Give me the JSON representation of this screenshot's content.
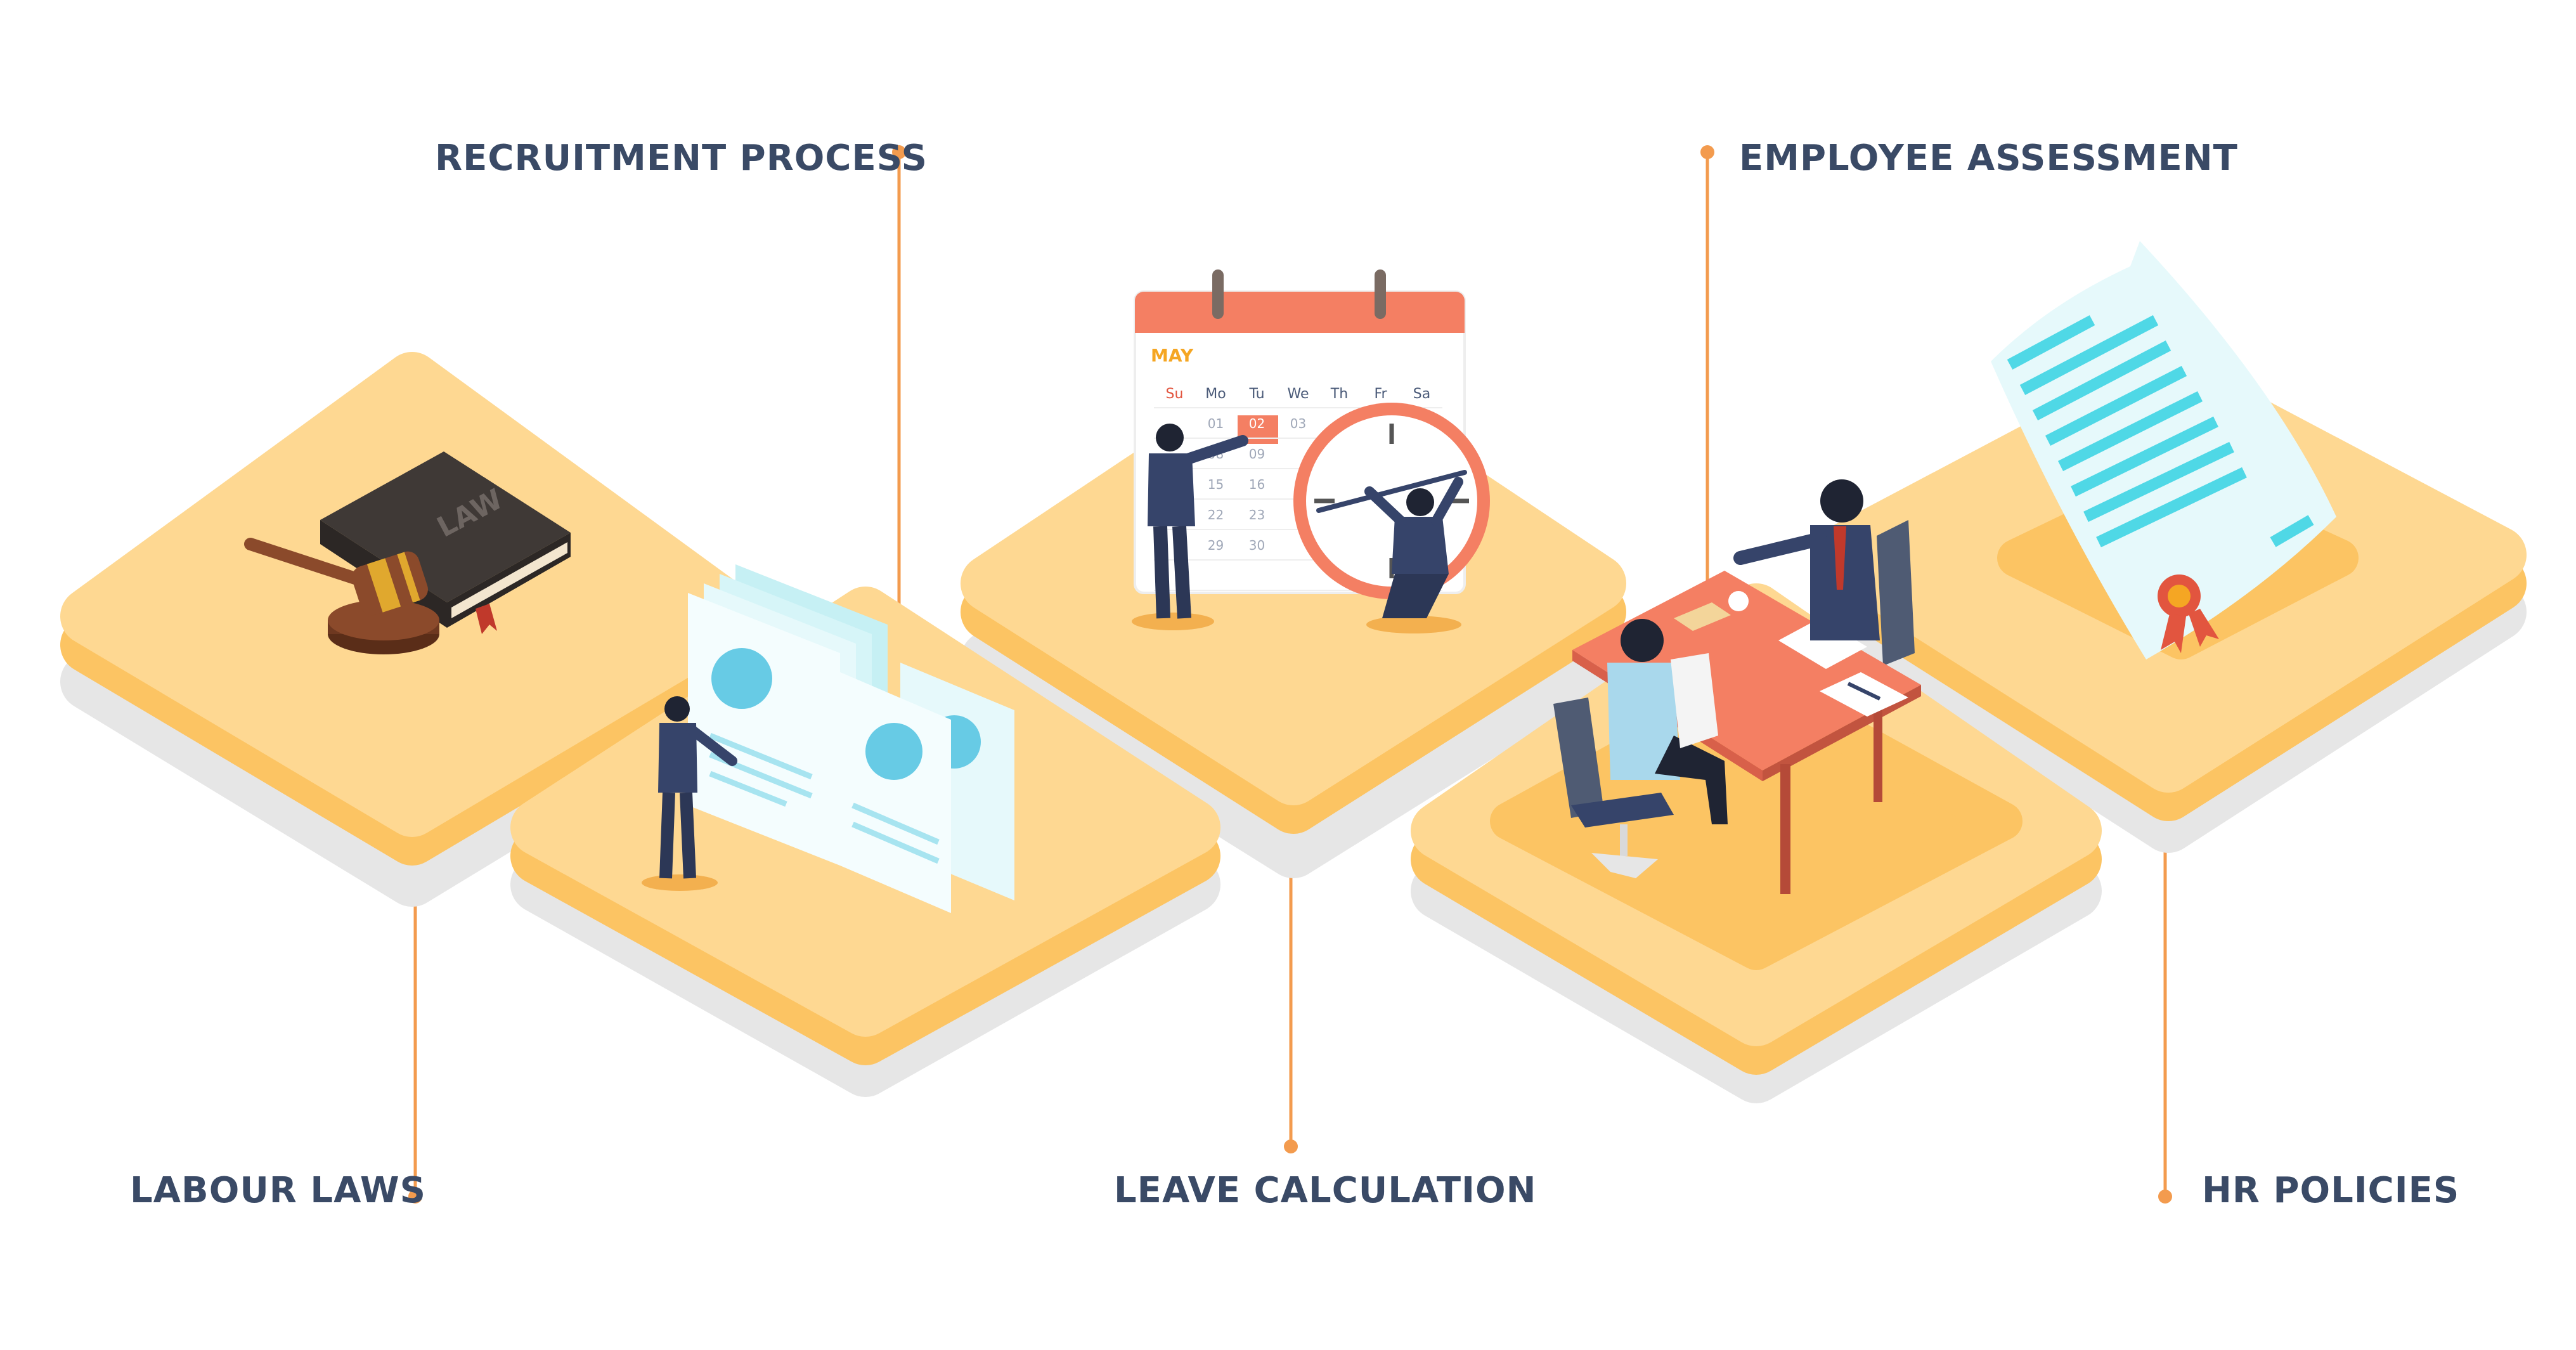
{
  "steps": [
    {
      "id": "labour",
      "label": "LABOUR LAWS"
    },
    {
      "id": "recruit",
      "label": "RECRUITMENT PROCESS"
    },
    {
      "id": "leave",
      "label": "LEAVE CALCULATION"
    },
    {
      "id": "assess",
      "label": "EMPLOYEE ASSESSMENT"
    },
    {
      "id": "hr",
      "label": "HR POLICIES"
    }
  ],
  "book": {
    "title": "LAW"
  },
  "calendar": {
    "month": "MAY",
    "weekdays": [
      "Su",
      "Mo",
      "Tu",
      "We",
      "Th",
      "Fr",
      "Sa"
    ],
    "dates": [
      "01",
      "02",
      "03",
      "08",
      "09",
      "15",
      "16",
      "22",
      "23",
      "29",
      "30"
    ]
  },
  "colors": {
    "label": "#3a4a66",
    "connector": "#f39b4e",
    "tile_top": "#fed892",
    "tile_side": "#fcc463",
    "tile_inner": "#fcc463",
    "shadow": "#e6e6e6",
    "calendar_header": "#f47f63",
    "month_text": "#f5a623",
    "suit": "#36446a",
    "document_lines": "#4fd8e6"
  }
}
